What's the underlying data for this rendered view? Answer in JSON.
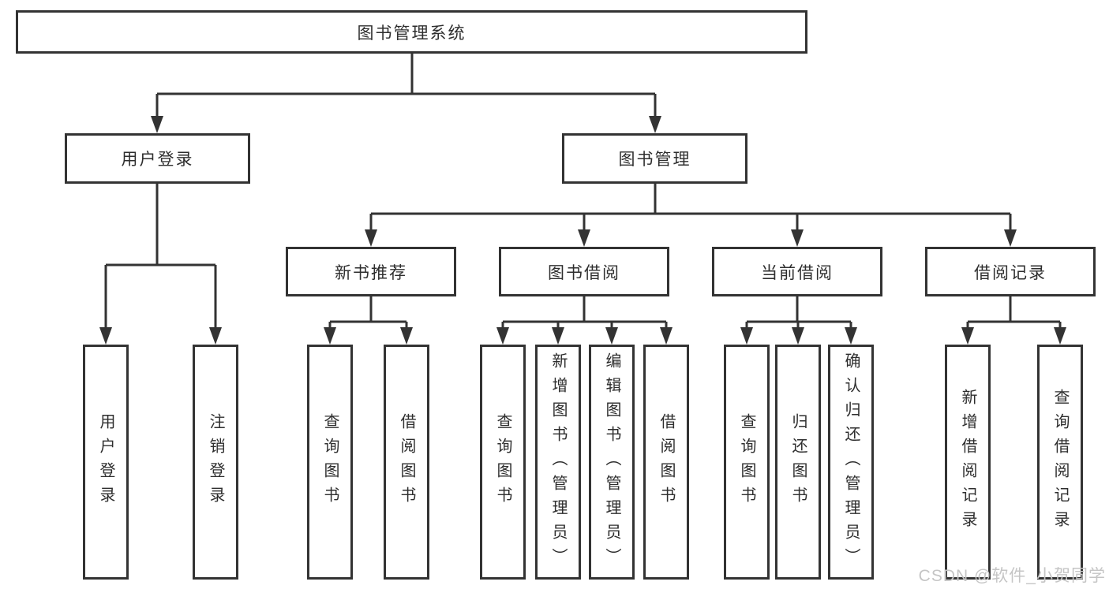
{
  "nodes": {
    "root": {
      "label": "图书管理系统"
    },
    "level2": [
      {
        "label": "用户登录"
      },
      {
        "label": "图书管理"
      }
    ],
    "level3": [
      {
        "label": "新书推荐"
      },
      {
        "label": "图书借阅"
      },
      {
        "label": "当前借阅"
      },
      {
        "label": "借阅记录"
      }
    ],
    "leaves": {
      "user": [
        "用户登录",
        "注销登录"
      ],
      "recommend": [
        "查询图书",
        "借阅图书"
      ],
      "borrow": [
        "查询图书",
        "新增图书（管理员）",
        "编辑图书（管理员）",
        "借阅图书"
      ],
      "current": [
        "查询图书",
        "归还图书",
        "确认归还（管理员）"
      ],
      "records": [
        "新增借阅记录",
        "查询借阅记录"
      ]
    }
  },
  "watermark": {
    "text": "CSDN @软件_小贺同学"
  },
  "colors": {
    "line": "#333333",
    "box_border": "#333333",
    "text": "#2e2e2e",
    "watermark": "#c5c5c5",
    "background": "#ffffff"
  }
}
